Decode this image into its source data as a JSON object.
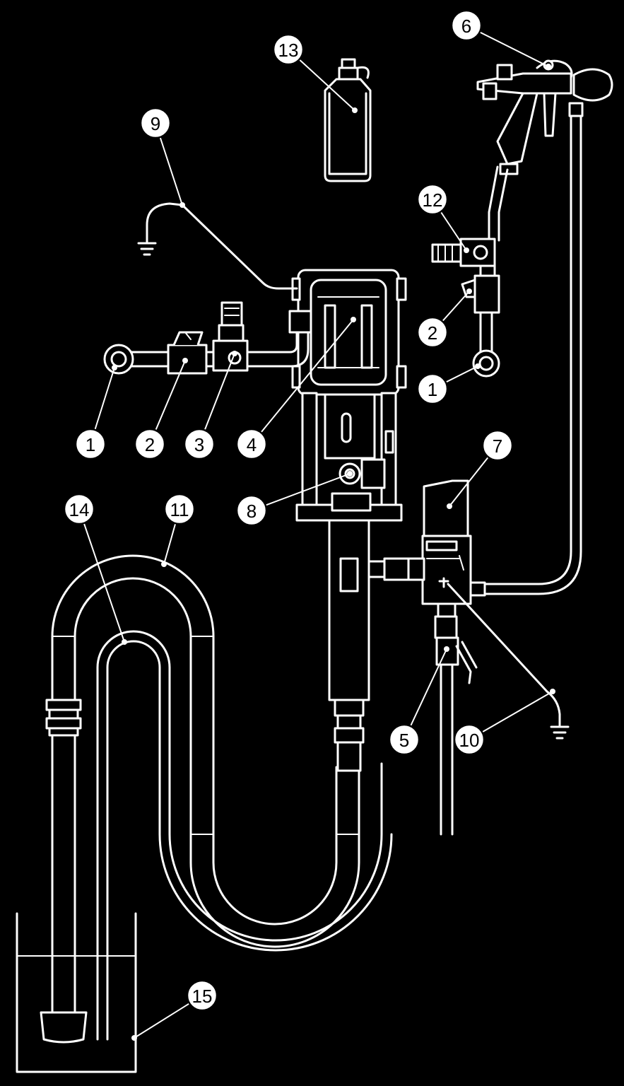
{
  "callouts": [
    {
      "id": "c1a",
      "label": "1"
    },
    {
      "id": "c2a",
      "label": "2"
    },
    {
      "id": "c3",
      "label": "3"
    },
    {
      "id": "c4",
      "label": "4"
    },
    {
      "id": "c5",
      "label": "5"
    },
    {
      "id": "c6",
      "label": "6"
    },
    {
      "id": "c7",
      "label": "7"
    },
    {
      "id": "c8",
      "label": "8"
    },
    {
      "id": "c9",
      "label": "9"
    },
    {
      "id": "c10",
      "label": "10"
    },
    {
      "id": "c11",
      "label": "11"
    },
    {
      "id": "c12",
      "label": "12"
    },
    {
      "id": "c13",
      "label": "13"
    },
    {
      "id": "c14",
      "label": "14"
    },
    {
      "id": "c15",
      "label": "15"
    },
    {
      "id": "c2b",
      "label": "2"
    },
    {
      "id": "c1b",
      "label": "1"
    }
  ],
  "colors": {
    "background": "#000000",
    "line": "#ffffff"
  }
}
